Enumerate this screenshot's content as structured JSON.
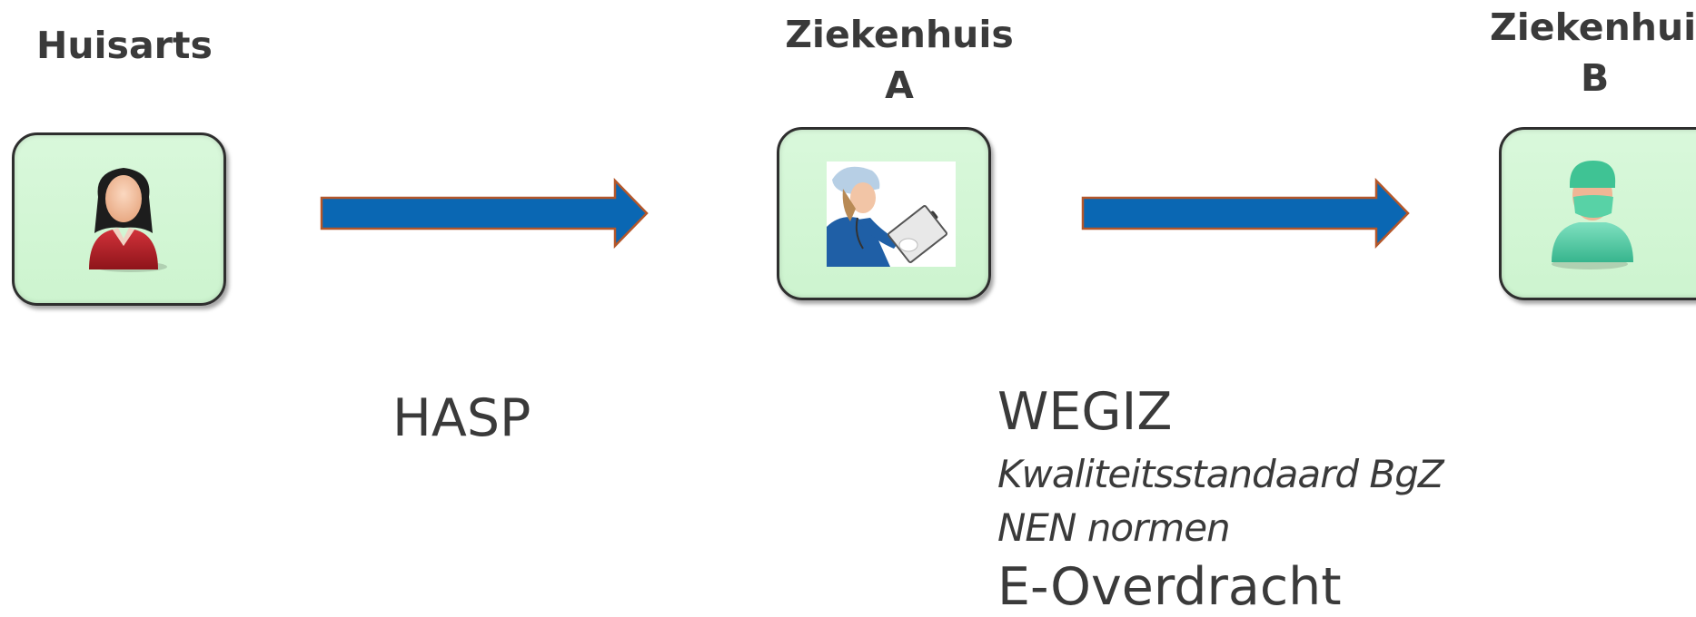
{
  "nodes": [
    {
      "title_line1": "Huisarts",
      "title_line2": "",
      "icon": "female-doctor-icon"
    },
    {
      "title_line1": "Ziekenhuis",
      "title_line2": "A",
      "icon": "nurse-photo-icon"
    },
    {
      "title_line1": "Ziekenhuis",
      "title_line2": "B",
      "icon": "surgeon-icon"
    }
  ],
  "edges": [
    {
      "from": "Huisarts",
      "to": "Ziekenhuis A",
      "label": "HASP"
    },
    {
      "from": "Ziekenhuis A",
      "to": "Ziekenhuis B",
      "labels": {
        "standard": "WEGIZ",
        "sub1": "Kwaliteitsstandaard BgZ",
        "sub2": "NEN normen",
        "standard2": "E-Overdracht"
      }
    }
  ],
  "colors": {
    "arrow_fill": "#0a67b3",
    "arrow_outline": "#b4572a",
    "box_fill": "#d4f6d6",
    "box_border": "#2e2e2e",
    "text": "#3a3a3a"
  }
}
